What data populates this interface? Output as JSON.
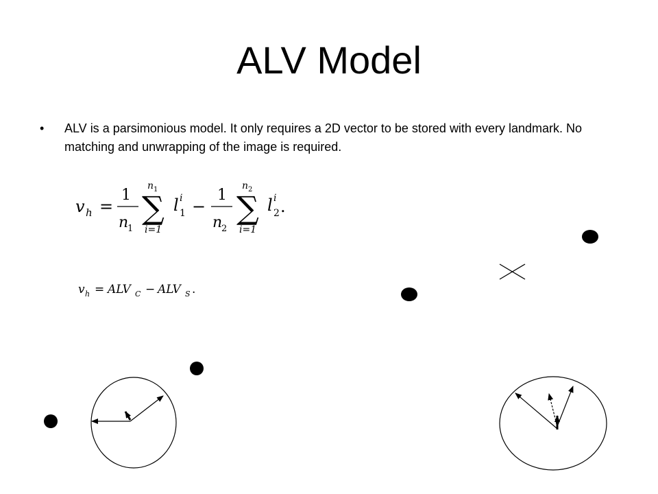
{
  "slide": {
    "title": "ALV Model",
    "bullet_marker": "•",
    "bullet_text": "ALV is a parsimonious model. It only requires a 2D vector to be stored with every landmark. No matching and unwrapping of the image is required."
  },
  "equation1": {
    "lhs": "v",
    "lhs_sub": "h",
    "equals": "=",
    "frac1_num": "1",
    "frac1_den": "n",
    "frac1_den_sub": "1",
    "sum1_upper": "n",
    "sum1_upper_sub": "1",
    "sum1_lower": "i=1",
    "sigma": "∑",
    "term1": "l",
    "term1_sup": "i",
    "term1_sub": "1",
    "minus": "−",
    "frac2_num": "1",
    "frac2_den": "n",
    "frac2_den_sub": "2",
    "sum2_upper": "n",
    "sum2_upper_sub": "2",
    "sum2_lower": "i=1",
    "term2": "l",
    "term2_sup": "i",
    "term2_sub": "2",
    "period": "."
  },
  "equation2": {
    "lhs": "v",
    "lhs_sub": "h",
    "equals": "=",
    "term1": "ALV",
    "term1_sub": "C",
    "minus": "−",
    "term2": "ALV",
    "term2_sub": "S",
    "period": "."
  },
  "diagram": {
    "stroke_color": "#000000",
    "fill_color": "#ffffff"
  }
}
